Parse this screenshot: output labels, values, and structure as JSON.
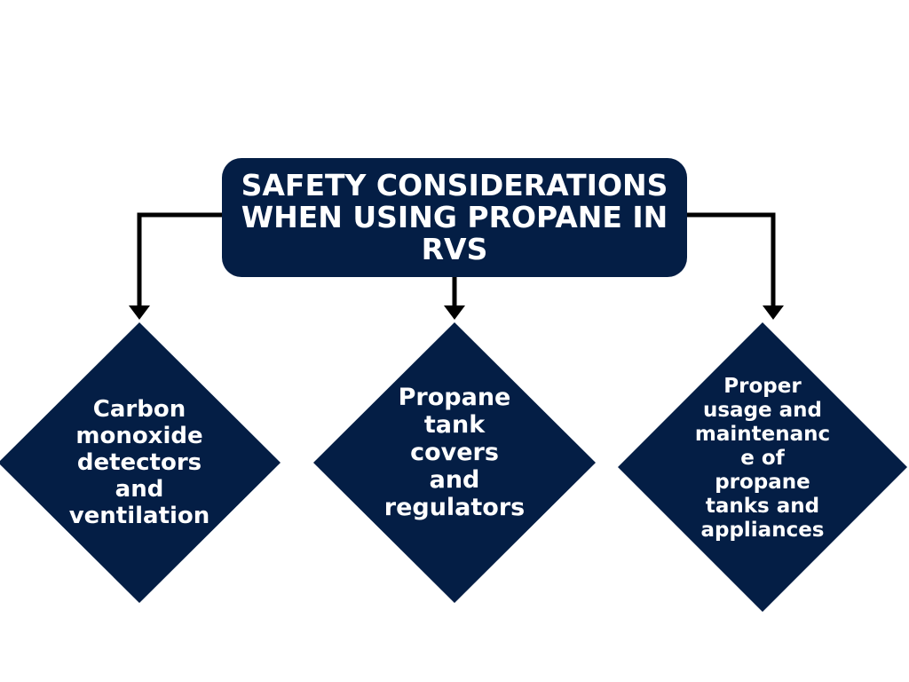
{
  "title": {
    "lines": [
      "SAFETY CONSIDERATIONS",
      "WHEN USING PROPANE IN",
      "RVS"
    ]
  },
  "nodes": [
    {
      "id": "left",
      "lines": [
        "Carbon",
        "monoxide",
        "detectors",
        "and",
        "ventilation"
      ]
    },
    {
      "id": "center",
      "lines": [
        "Propane",
        "tank",
        "covers",
        "and",
        "regulators"
      ]
    },
    {
      "id": "right",
      "lines": [
        "Proper",
        "usage and",
        "maintenanc",
        "e of",
        "propane",
        "tanks and",
        "appliances"
      ]
    }
  ],
  "colors": {
    "shape_fill": "#041e45",
    "text": "#ffffff",
    "connector": "#000000",
    "background": "#ffffff"
  }
}
